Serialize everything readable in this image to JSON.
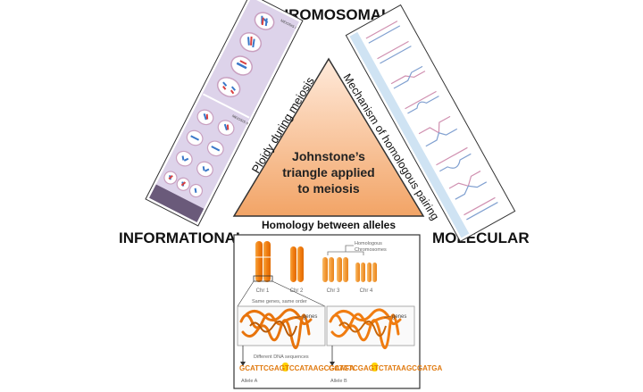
{
  "corners": {
    "top": "CHROMOSOMAL",
    "left": "INFORMATIONAL",
    "right": "MOLECULAR"
  },
  "triangle": {
    "line1": "Johnstone’s",
    "line2": "triangle applied",
    "line3": "to meiosis"
  },
  "sides": {
    "left": "Ploidy during meiosis",
    "right": "Mechanism of homologous pairing",
    "bottom": "Homology between alleles"
  },
  "bottom_panel": {
    "homologous_label_1": "Homologous",
    "homologous_label_2": "Chromosomes",
    "chromosomes": [
      "Chr 1",
      "Chr 2",
      "Chr 3",
      "Chr 4"
    ],
    "same_genes": "Same genes, same order",
    "genes_label": "genes",
    "diff_seq": "Different DNA sequences",
    "allele_a": {
      "pre": "GCATTCGAGTC",
      "snp": "C",
      "post": "ATAAGCGATGA",
      "name": "Allele A"
    },
    "allele_b": {
      "pre": "GCATTCGAGTC",
      "snp": "T",
      "post": "ATAAGCGATGA",
      "name": "Allele B"
    }
  },
  "left_panel": {
    "meiosis_1": "MEIOSIS I",
    "meiosis_2": "MEIOSIS II"
  },
  "colors": {
    "triangle_fill_top": "#ffe8d6",
    "triangle_fill_bottom": "#f0a060",
    "chromosome_orange": "#f08c1e",
    "chromosome_light": "#f6b85e",
    "allele_text": "#e07a10",
    "snp_highlight": "#ffd200",
    "left_panel_bg": "#ddd3ea"
  }
}
